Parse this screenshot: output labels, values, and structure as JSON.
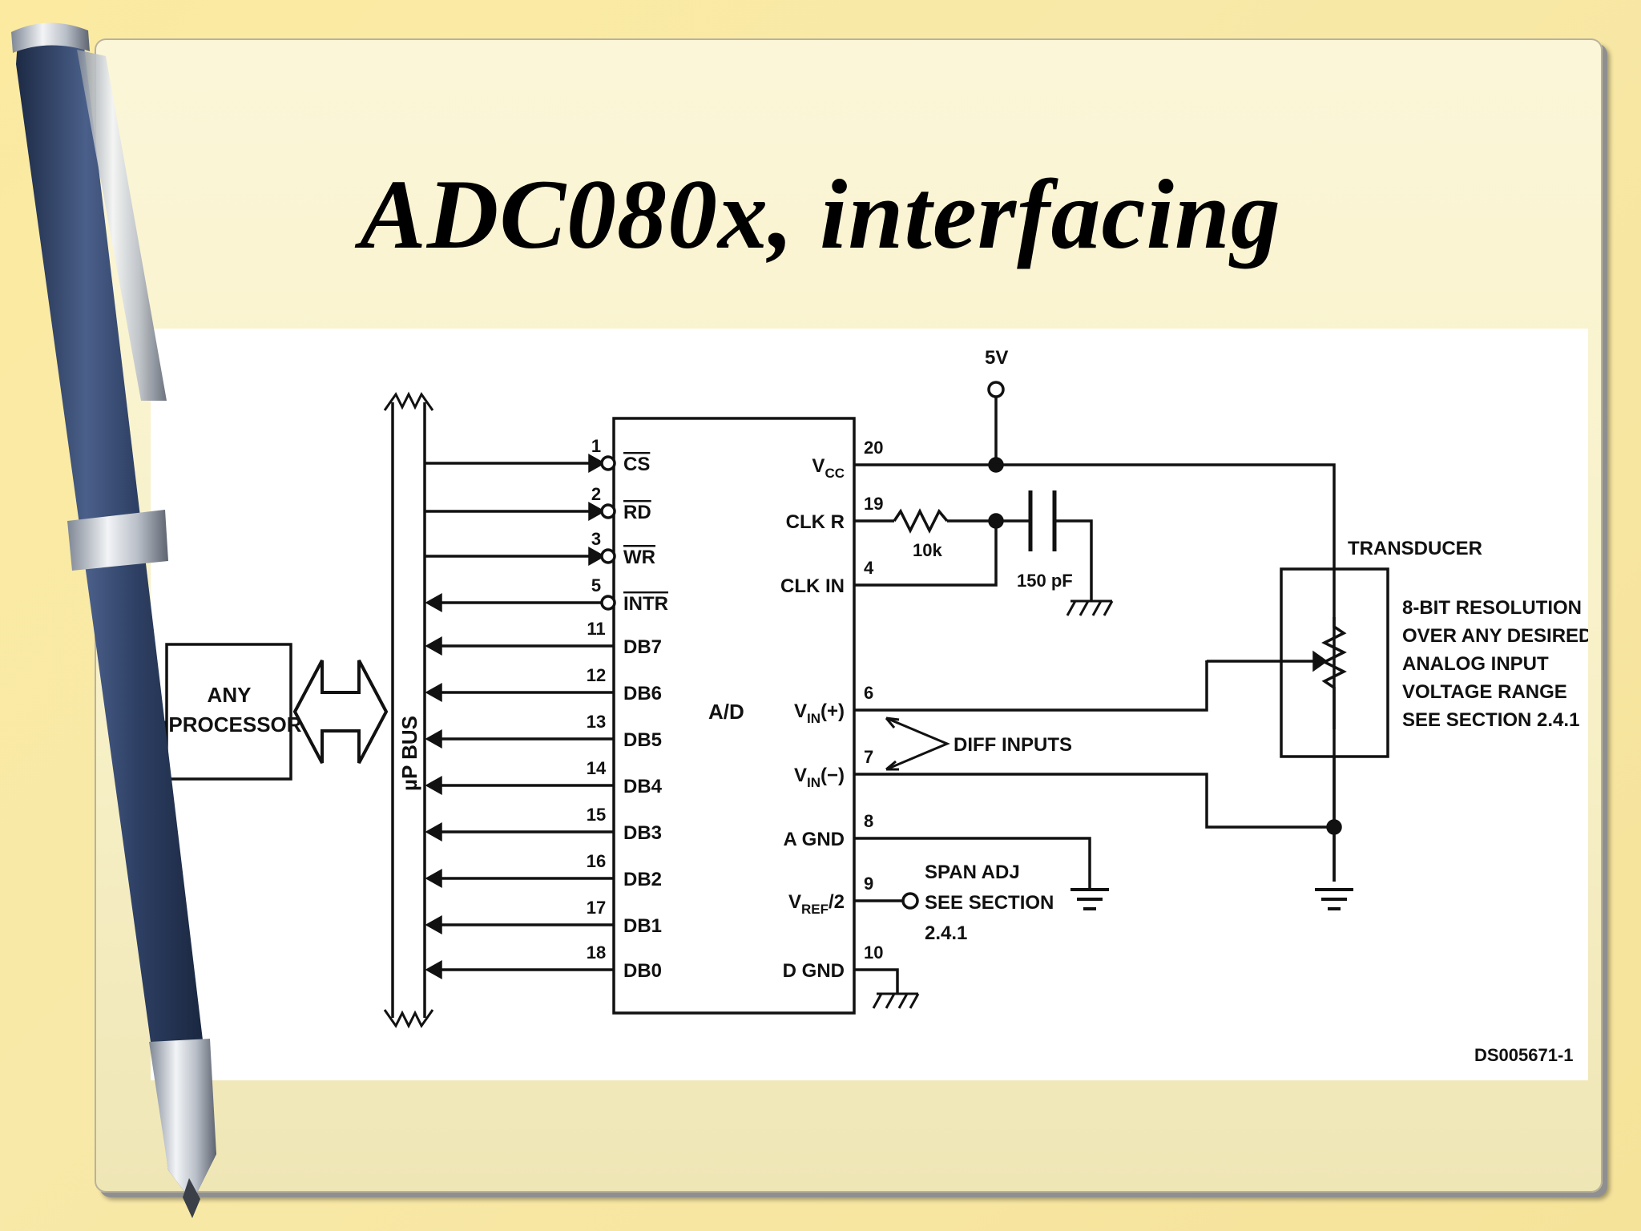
{
  "slide": {
    "title": "ADC080x, interfacing"
  },
  "diagram": {
    "processor_label_line1": "ANY",
    "processor_label_line2": "µPROCESSOR",
    "bus_label": "µP BUS",
    "chip_label": "A/D",
    "left_pins": [
      {
        "num": "1",
        "name": "CS",
        "overline": true,
        "dir": "in"
      },
      {
        "num": "2",
        "name": "RD",
        "overline": true,
        "dir": "in"
      },
      {
        "num": "3",
        "name": "WR",
        "overline": true,
        "dir": "in"
      },
      {
        "num": "5",
        "name": "INTR",
        "overline": true,
        "dir": "out"
      },
      {
        "num": "11",
        "name": "DB7",
        "overline": false,
        "dir": "out"
      },
      {
        "num": "12",
        "name": "DB6",
        "overline": false,
        "dir": "out"
      },
      {
        "num": "13",
        "name": "DB5",
        "overline": false,
        "dir": "out"
      },
      {
        "num": "14",
        "name": "DB4",
        "overline": false,
        "dir": "out"
      },
      {
        "num": "15",
        "name": "DB3",
        "overline": false,
        "dir": "out"
      },
      {
        "num": "16",
        "name": "DB2",
        "overline": false,
        "dir": "out"
      },
      {
        "num": "17",
        "name": "DB1",
        "overline": false,
        "dir": "out"
      },
      {
        "num": "18",
        "name": "DB0",
        "overline": false,
        "dir": "out"
      }
    ],
    "right_pins": [
      {
        "num": "20",
        "name": "V",
        "sub": "CC",
        "suffix": ""
      },
      {
        "num": "19",
        "name": "CLK R",
        "sub": "",
        "suffix": ""
      },
      {
        "num": "4",
        "name": "CLK IN",
        "sub": "",
        "suffix": ""
      },
      {
        "num": "6",
        "name": "V",
        "sub": "IN",
        "suffix": "(+)"
      },
      {
        "num": "7",
        "name": "V",
        "sub": "IN",
        "suffix": "(−)"
      },
      {
        "num": "8",
        "name": "A GND",
        "sub": "",
        "suffix": ""
      },
      {
        "num": "9",
        "name": "V",
        "sub": "REF",
        "suffix": "/2"
      },
      {
        "num": "10",
        "name": "D GND",
        "sub": "",
        "suffix": ""
      }
    ],
    "supply_label": "5V",
    "resistor_label": "10k",
    "capacitor_label": "150 pF",
    "diff_inputs_label": "DIFF INPUTS",
    "transducer_label": "TRANSDUCER",
    "note_lines": [
      "8-BIT RESOLUTION",
      "OVER ANY DESIRED",
      "ANALOG INPUT",
      "VOLTAGE RANGE",
      "SEE SECTION 2.4.1"
    ],
    "span_lines": [
      "SPAN ADJ",
      "SEE SECTION",
      "2.4.1"
    ],
    "figure_id": "DS005671-1"
  },
  "colors": {
    "slide_background": "#fbeaa0",
    "panel": "#fbf6d8",
    "pen_body": "#2e4064",
    "ink": "#111111"
  },
  "icons": [
    "pen-icon",
    "ground-icon",
    "resistor-icon",
    "capacitor-icon",
    "potentiometer-icon"
  ]
}
